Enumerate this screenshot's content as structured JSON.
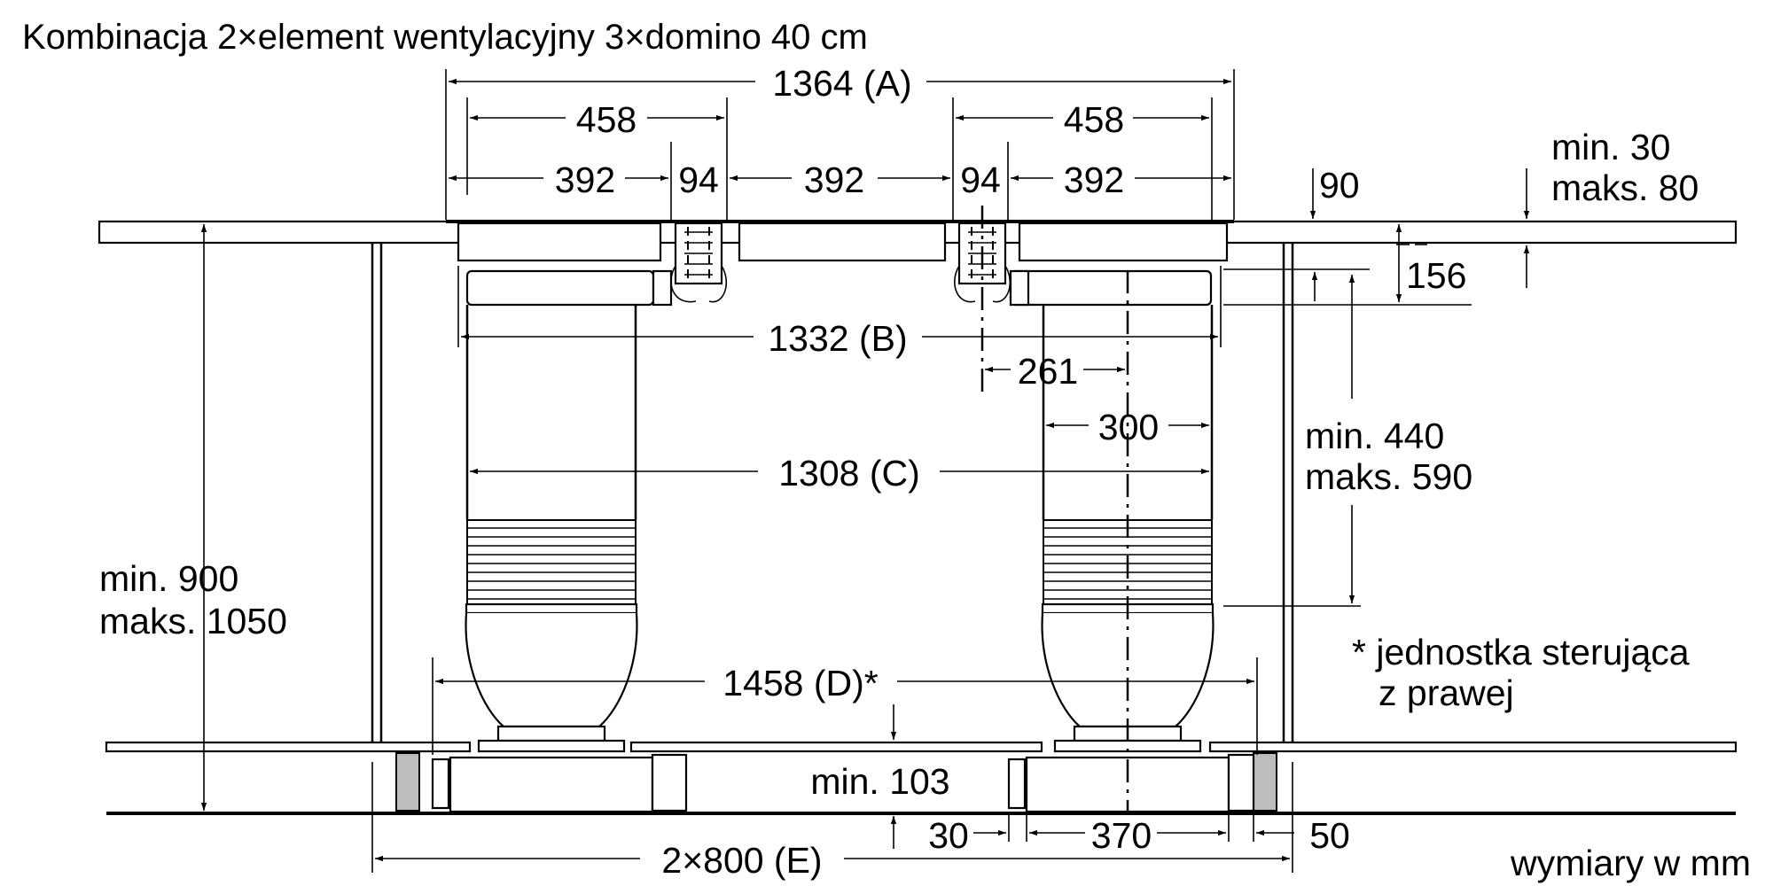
{
  "title": "Kombinacja 2×element wentylacyjny 3×domino 40 cm",
  "units_note": "wymiary w mm",
  "footnote_line1": "* jednostka sterująca",
  "footnote_line2": "z prawej",
  "dimensions": {
    "a": "1364 (A)",
    "w458_left": "458",
    "w458_right": "458",
    "w392_1": "392",
    "w94_1": "94",
    "w392_2": "392",
    "w94_2": "94",
    "w392_3": "392",
    "b": "1332 (B)",
    "d261": "261",
    "d300": "300",
    "c": "1308 (C)",
    "d": "1458 (D)*",
    "e": "2×800 (E)",
    "d30": "30",
    "d370": "370",
    "d50": "50",
    "d90": "90",
    "d156": "156",
    "min103": "min. 103",
    "thickness_min": "min. 30",
    "thickness_max": "maks. 80",
    "height_min": "min. 900",
    "height_max": "maks. 1050",
    "duct_min": "min. 440",
    "duct_max": "maks. 590"
  }
}
